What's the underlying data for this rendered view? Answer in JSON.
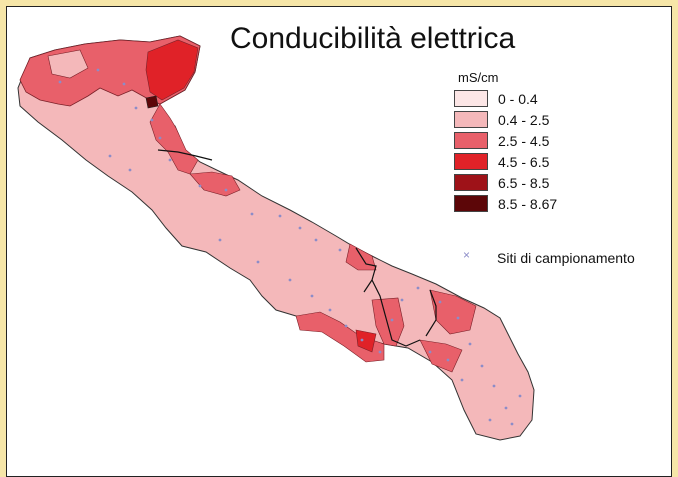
{
  "title": "Conducibilità elettrica",
  "legend": {
    "unit": "mS/cm",
    "classes": [
      {
        "label": "0 - 0.4",
        "color": "#fce6e6"
      },
      {
        "label": "0.4 - 2.5",
        "color": "#f4b8ba"
      },
      {
        "label": "2.5 - 4.5",
        "color": "#e8606a"
      },
      {
        "label": "4.5 - 6.5",
        "color": "#e02228"
      },
      {
        "label": "6.5 - 8.5",
        "color": "#9e1218"
      },
      {
        "label": "8.5 - 8.67",
        "color": "#5c0608"
      }
    ],
    "sites_label": "Siti di campionamento",
    "sites_marker": "×",
    "sites_color": "#8c8cc8"
  },
  "colors": {
    "background": "#f6e6a8",
    "frame": "#ffffff",
    "border": "#222222"
  }
}
